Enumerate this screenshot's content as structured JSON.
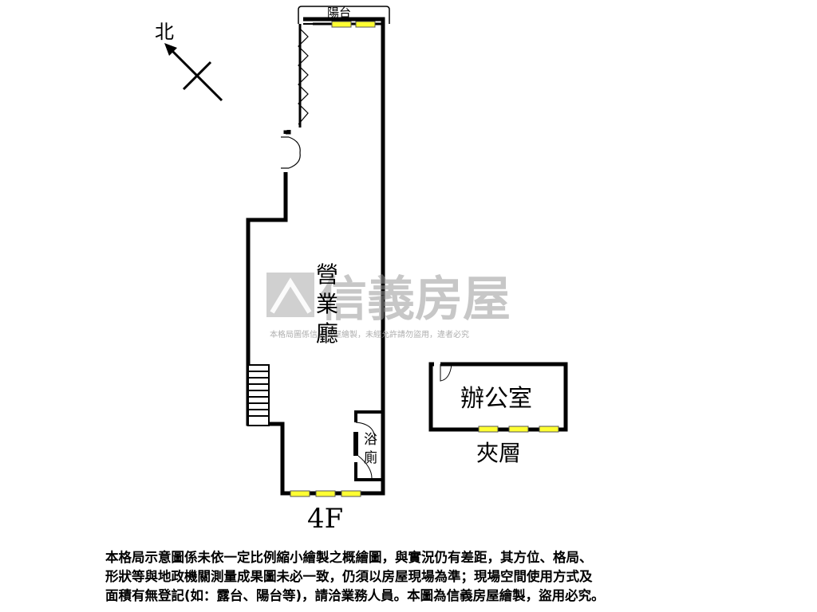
{
  "compass": {
    "north_label": "北"
  },
  "rooms": {
    "balcony": "陽台",
    "sales_hall": [
      "營",
      "業",
      "廳"
    ],
    "bathroom": [
      "浴",
      "廁"
    ],
    "office": "辦公室"
  },
  "floor_labels": {
    "main": "4F",
    "mezzanine": "夾層"
  },
  "watermark": {
    "brand": "信義房屋",
    "note": "本格局圖係信義房屋繪製，未經允許請勿盜用，違者必究"
  },
  "disclaimer": [
    "本格局示意圖係未依一定比例縮小繪製之概繪圖，與實況仍有差距，其方位、格局、",
    "形狀等與地政機關測量成果圖未必一致，仍須以房屋現場為準；現場空間使用方式及",
    "面積有無登記(如：露台、陽台等)，請洽業務人員。本圖為信義房屋繪製，盜用必究。"
  ],
  "colors": {
    "wall": "#000000",
    "window_fill": "#ffff33",
    "watermark": "#9a9a9a"
  }
}
